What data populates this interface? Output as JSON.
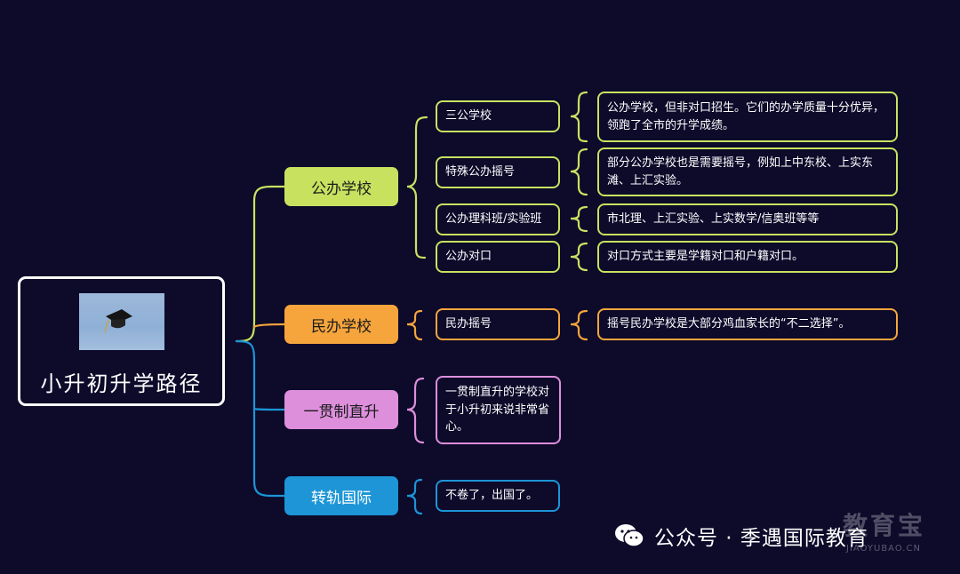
{
  "root": {
    "title": "小升初升学路径"
  },
  "colors": {
    "green": "#c8e260",
    "orange": "#f6a53c",
    "pink": "#dd8fdc",
    "blue": "#1d95d6",
    "white": "#ffffff",
    "background": "#0d0a2a"
  },
  "branches": [
    {
      "label": "公办学校",
      "color": "#c8e260",
      "children": [
        {
          "label": "三公学校",
          "desc": "公办学校，但非对口招生。它们的办学质量十分优异，领跑了全市的升学成绩。"
        },
        {
          "label": "特殊公办摇号",
          "desc": "部分公办学校也是需要摇号，例如上中东校、上实东滩、上汇实验。"
        },
        {
          "label": "公办理科班/实验班",
          "desc": "市北理、上汇实验、上实数学/信奥班等等"
        },
        {
          "label": "公办对口",
          "desc": "对口方式主要是学籍对口和户籍对口。"
        }
      ]
    },
    {
      "label": "民办学校",
      "color": "#f6a53c",
      "children": [
        {
          "label": "民办摇号",
          "desc": "摇号民办学校是大部分鸡血家长的“不二选择”。"
        }
      ]
    },
    {
      "label": "一贯制直升",
      "color": "#dd8fdc",
      "children": [
        {
          "label": "一贯制直升的学校对于小升初来说非常省心。"
        }
      ]
    },
    {
      "label": "转轨国际",
      "color": "#1d95d6",
      "children": [
        {
          "label": "不卷了，出国了。"
        }
      ]
    }
  ],
  "watermark": {
    "text": "公众号 · 季遇国际教育",
    "brand": "教育宝",
    "brand_sub": "JIAOYUBAO.CN"
  }
}
